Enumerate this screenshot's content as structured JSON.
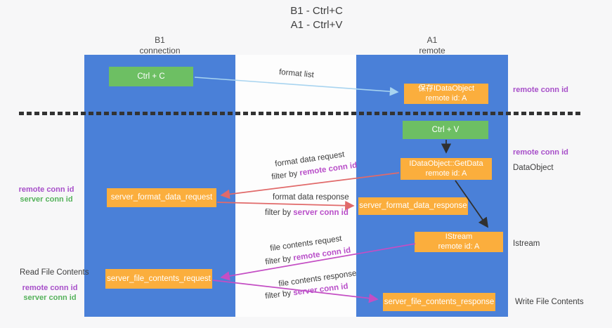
{
  "title": {
    "line1": "B1 - Ctrl+C",
    "line2": "A1 - Ctrl+V"
  },
  "lifelines": {
    "left": {
      "title": "B1",
      "subtitle": "connection"
    },
    "right": {
      "title": "A1",
      "subtitle": "remote"
    }
  },
  "boxes": {
    "ctrl_c": {
      "label": "Ctrl + C"
    },
    "save_idataobject": {
      "line1": "保存IDataObject",
      "line2": "remote id: A"
    },
    "ctrl_v": {
      "label": "Ctrl + V"
    },
    "getdata": {
      "line1": "IDataObject::GetData",
      "line2": "remote id: A"
    },
    "server_format_data_request": {
      "label": "server_format_data_request"
    },
    "server_format_data_response": {
      "label": "server_format_data_response"
    },
    "istream": {
      "line1": "IStream",
      "line2": "remote id: A"
    },
    "server_file_contents_request": {
      "label": "server_file_contents_request"
    },
    "server_file_contents_response": {
      "label": "server_file_contents_response"
    }
  },
  "edge_labels": {
    "format_list": "format list",
    "format_data_request": "format data request",
    "format_data_response": "format data response",
    "file_contents_request": "file contents request",
    "file_contents_response": "file contents response",
    "filter_by": "filter by",
    "remote_conn_id": "remote conn id",
    "server_conn_id": "server conn id"
  },
  "side_labels": {
    "remote_conn_id": "remote conn id",
    "server_conn_id": "server conn id",
    "dataobject": "DataObject",
    "istream": "Istream",
    "read_file_contents": "Read File Contents",
    "write_file_contents": "Write File Contents"
  },
  "colors": {
    "lifeline_blue": "#4a80d8",
    "box_green": "#6dbf63",
    "box_orange": "#fbae3d",
    "arrow_lightblue": "#a8d4f0",
    "arrow_red": "#e16a6a",
    "arrow_magenta": "#c44ec4",
    "arrow_black": "#303030",
    "text_purple": "#a74fc9",
    "text_green": "#55b25b"
  }
}
